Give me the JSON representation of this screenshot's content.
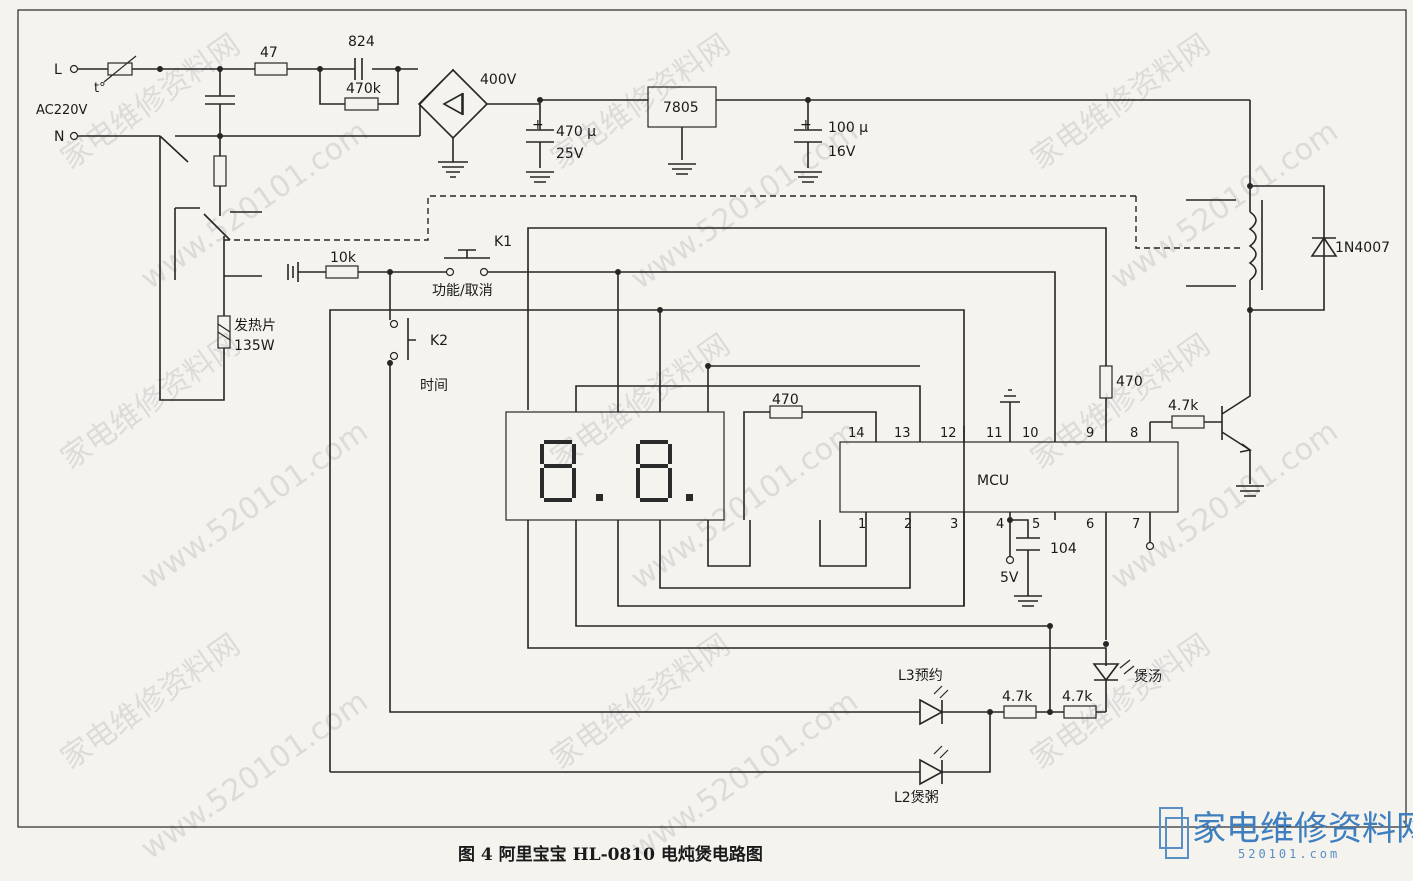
{
  "caption": "图 4 阿里宝宝 HL-0810 电炖煲电路图",
  "watermark": {
    "cn": "家电维修资料网",
    "url": "www.520101.com"
  },
  "logo": {
    "title": "家电维修资料网",
    "url": "520101.com"
  },
  "mains": {
    "live": "L",
    "neutral": "N",
    "voltage": "AC220V",
    "thermal": "t°"
  },
  "components": {
    "r47": "47",
    "c824": "824",
    "r470k": "470k",
    "bridge_v": "400V",
    "c470_val": "470 μ",
    "c470_v": "25V",
    "reg": "7805",
    "c100_val": "100 μ",
    "c100_v": "16V",
    "diode": "1N4007",
    "heater": "发热片",
    "heater_w": "135W",
    "r10k": "10k",
    "k1": "K1",
    "k1_func": "功能/取消",
    "k2": "K2",
    "k2_func": "时间",
    "r470_mid": "470",
    "r470_right": "470",
    "r47k_base": "4.7k",
    "mcu": "MCU",
    "c104": "104",
    "v5": "5V",
    "led_l3": "L3预约",
    "led_l2": "L2煲粥",
    "led_soup": "煲汤",
    "r47k_a": "4.7k",
    "r47k_b": "4.7k"
  },
  "mcu_pins": {
    "top": [
      "14",
      "13",
      "12",
      "11",
      "10",
      "9",
      "8"
    ],
    "bottom": [
      "1",
      "2",
      "3",
      "4",
      "5",
      "6",
      "7"
    ]
  }
}
